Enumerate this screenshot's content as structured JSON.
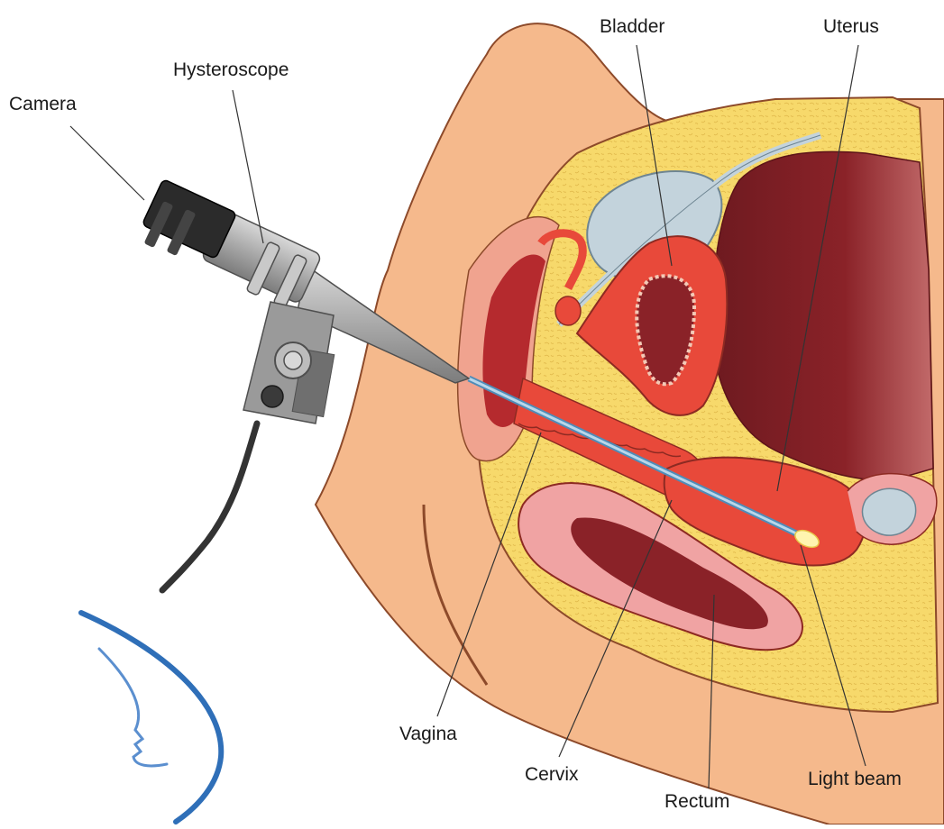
{
  "labels": {
    "camera": "Camera",
    "hysteroscope": "Hysteroscope",
    "bladder": "Bladder",
    "uterus": "Uterus",
    "vagina": "Vagina",
    "cervix": "Cervix",
    "rectum": "Rectum",
    "light_beam": "Light beam"
  },
  "colors": {
    "skin": "#f5b98c",
    "fat": "#f7d96b",
    "tissue_red": "#e8493a",
    "dark_cavity": "#8a2228",
    "bladder_blue": "#c3d3dc",
    "scope_grey": "#a9a9a9",
    "logo_blue": "#2f6fb8"
  },
  "icons": {
    "logo": "woman-profile-logo-icon"
  }
}
